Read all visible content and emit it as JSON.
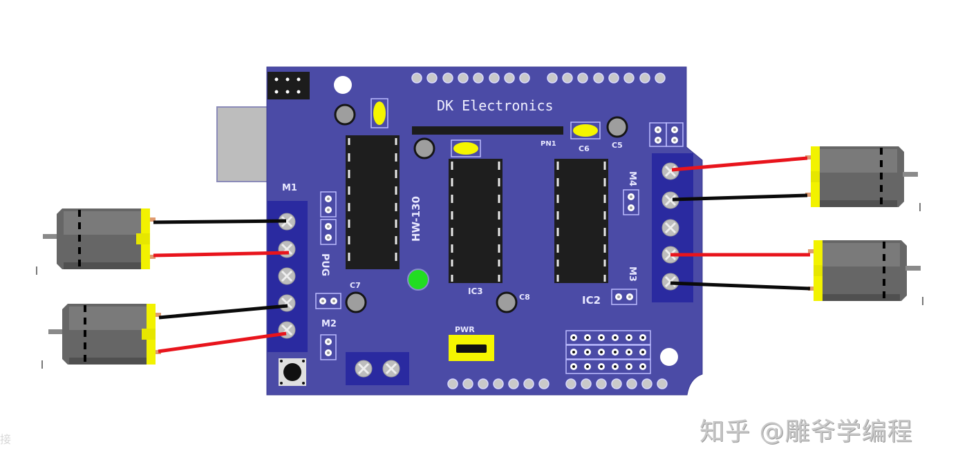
{
  "board": {
    "brand": "DK Electronics",
    "model": "HW-130",
    "color": "#4b4ba6",
    "terminal_color": "#2a2aa0",
    "labels": {
      "m1": "M1",
      "m2": "M2",
      "m3": "M3",
      "m4": "M4",
      "pwm_jumper": "PWR",
      "pug": "PUG",
      "ic2": "IC2",
      "ic3": "IC3",
      "pn1": "PN1",
      "c5": "C5",
      "c6": "C6",
      "c7": "C7",
      "c8": "C8"
    },
    "top_header_pins": [
      8,
      8
    ],
    "bottom_header_pins": [
      7,
      7
    ],
    "icsp_grid": {
      "rows": 3,
      "cols": 6
    }
  },
  "motors": [
    {
      "id": "motor-left-top",
      "side": "left",
      "terminal": "M1",
      "wires": [
        "black",
        "red"
      ]
    },
    {
      "id": "motor-left-bottom",
      "side": "left",
      "terminal": "M2",
      "wires": [
        "black",
        "red"
      ]
    },
    {
      "id": "motor-right-top",
      "side": "right",
      "terminal": "M4",
      "wires": [
        "red",
        "black"
      ]
    },
    {
      "id": "motor-right-bottom",
      "side": "right",
      "terminal": "M3",
      "wires": [
        "red",
        "black"
      ]
    }
  ],
  "colors": {
    "wire_red": "#e8141c",
    "wire_black": "#0a0a0a",
    "motor_body": "#6b6b6b",
    "motor_cap": "#f0f000",
    "led": "#22dd22",
    "chip": "#1e1e1e"
  },
  "watermark": "知乎 @雕爷学编程",
  "edge_text": "接"
}
